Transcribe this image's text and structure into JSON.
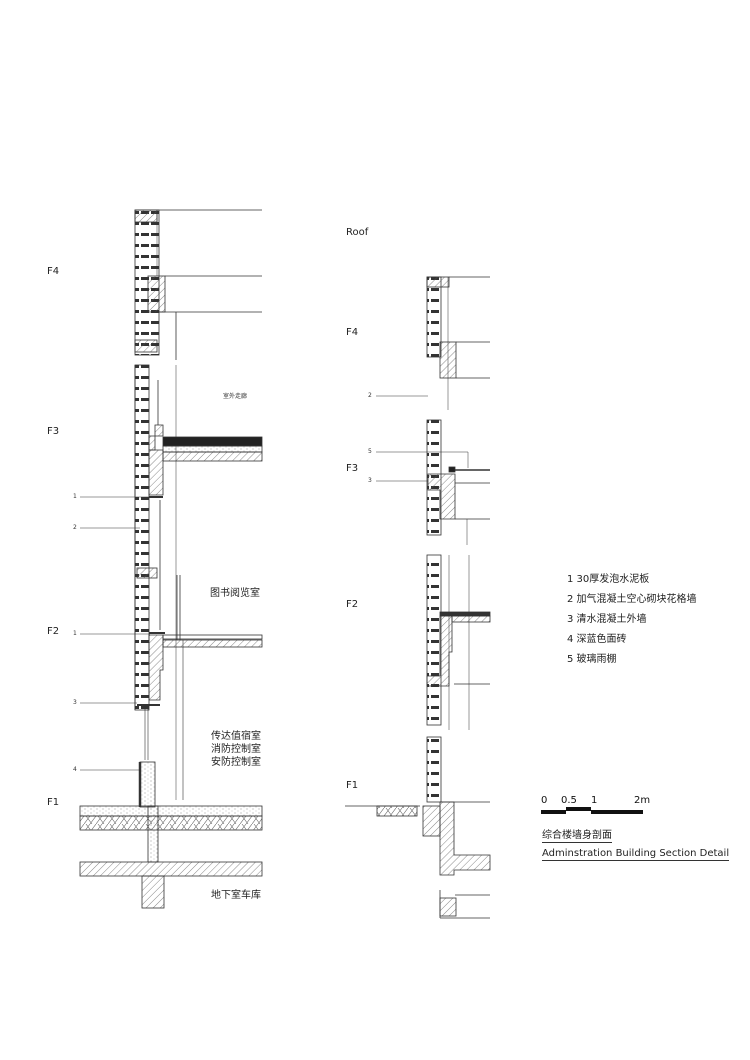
{
  "drawing": {
    "title_cn": "综合楼墙身剖面",
    "title_en": "Adminstration Building Section Detail"
  },
  "left_section": {
    "levels": {
      "f4": "F4",
      "f3": "F3",
      "f2": "F2",
      "f1": "F1"
    },
    "callouts": [
      "1",
      "2",
      "1",
      "3",
      "4"
    ],
    "rooms": {
      "corridor": "室外走廊",
      "reading_room": "图书阅览室",
      "ground_rooms": [
        "传达值宿室",
        "消防控制室",
        "安防控制室"
      ],
      "basement": "地下室车库"
    }
  },
  "right_section": {
    "levels": {
      "roof": "Roof",
      "f4": "F4",
      "f3": "F3",
      "f2": "F2",
      "f1": "F1"
    },
    "callouts": [
      "2",
      "5",
      "3"
    ]
  },
  "legend": {
    "items": [
      "1 30厚发泡水泥板",
      "2 加气混凝土空心砌块花格墙",
      "3 清水混凝土外墙",
      "4 深蓝色面砖",
      "5 玻璃雨棚"
    ]
  },
  "scale_bar": {
    "ticks": [
      "0",
      "0.5",
      "1",
      "2m"
    ]
  }
}
